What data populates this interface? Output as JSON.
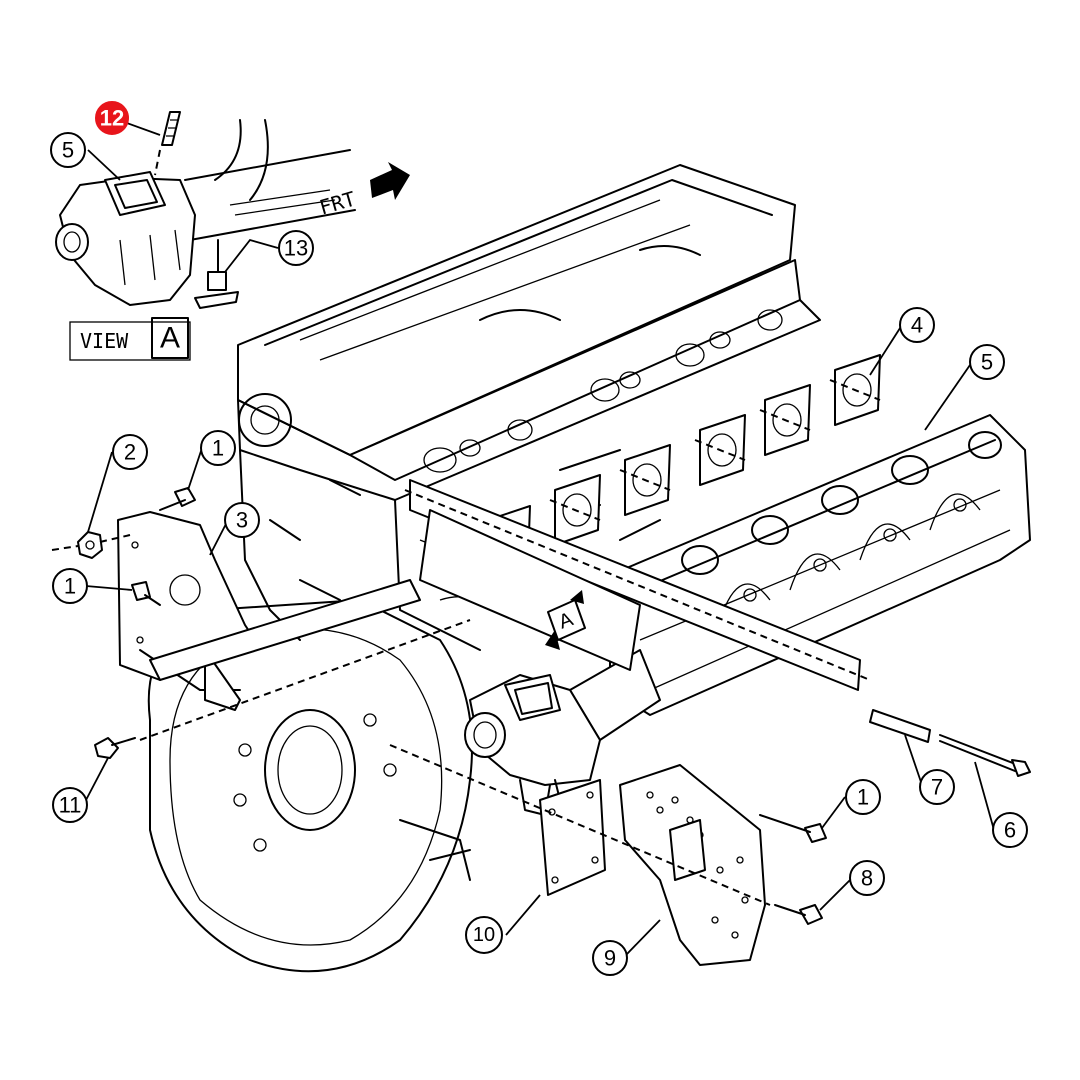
{
  "highlight_color": "#e8151b",
  "direction": {
    "label": "FRT",
    "icon": "arrow-icon"
  },
  "view": {
    "label": "VIEW",
    "letter": "A"
  },
  "view_marker": {
    "letter": "A"
  },
  "callouts": {
    "c1": "1",
    "c2": "2",
    "c3": "3",
    "c4": "4",
    "c5": "5",
    "c6": "6",
    "c7": "7",
    "c8": "8",
    "c9": "9",
    "c10": "10",
    "c11": "11",
    "c12": "12",
    "c13": "13"
  }
}
